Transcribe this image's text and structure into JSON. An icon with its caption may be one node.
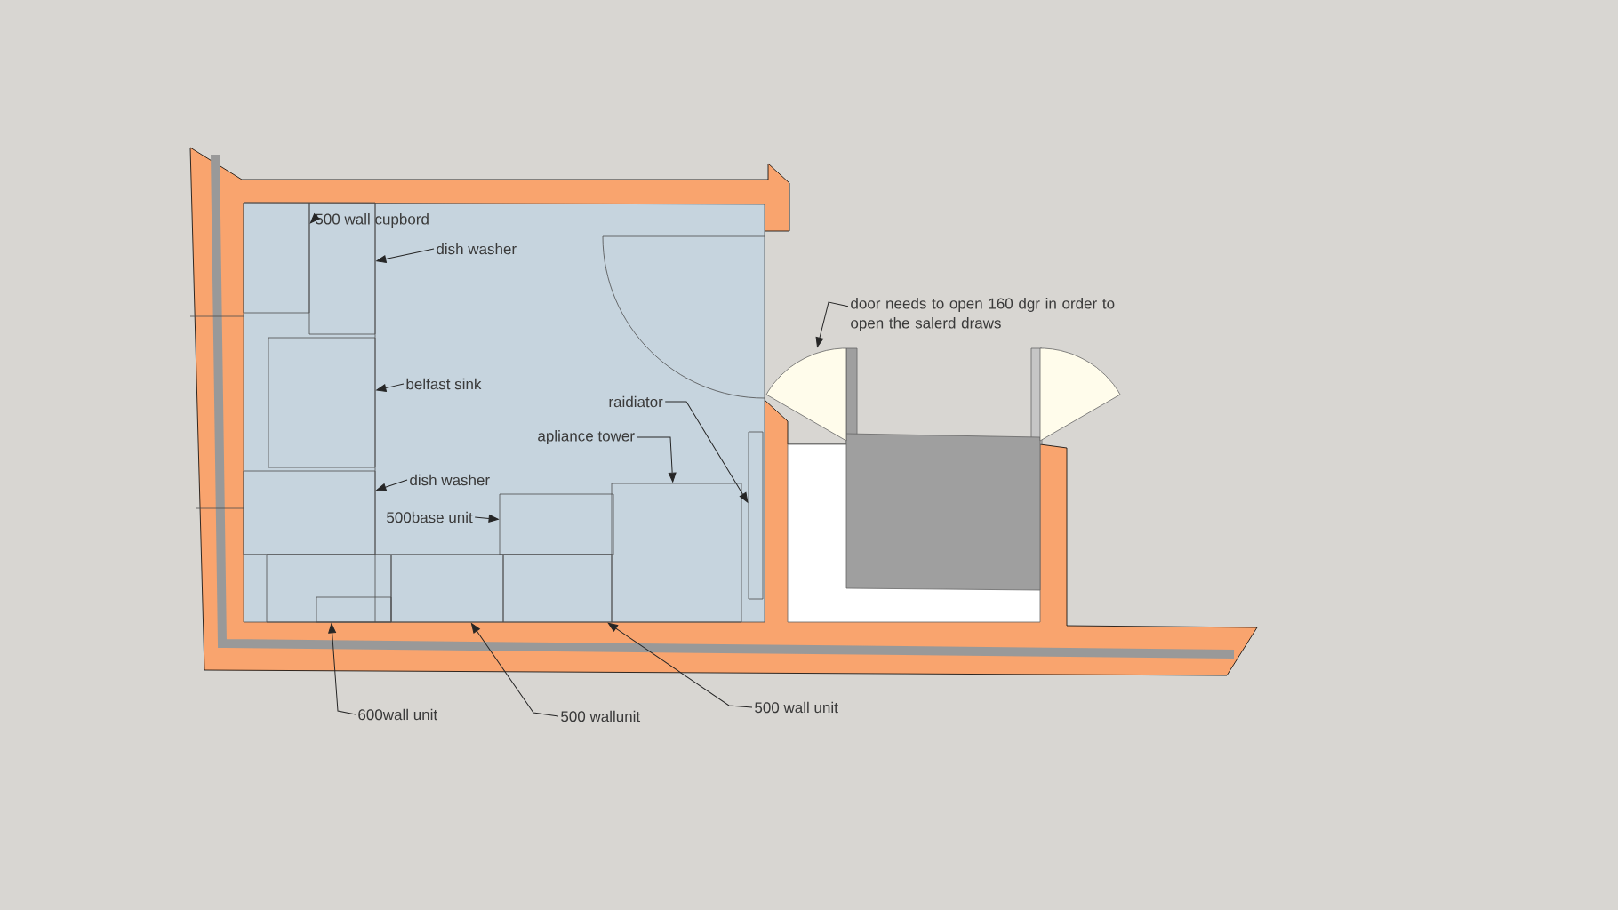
{
  "diagram": {
    "nodes": [
      {
        "text": [
          "500 wall cupbord"
        ]
      },
      {
        "text": [
          "dish washer"
        ]
      },
      {
        "text": [
          "belfast sink"
        ]
      },
      {
        "text": [
          "raidiator"
        ]
      },
      {
        "text": [
          "apliance tower"
        ]
      },
      {
        "text": [
          "dish washer"
        ]
      },
      {
        "text": [
          "500base unit"
        ]
      },
      {
        "text": [
          "600wall unit"
        ]
      },
      {
        "text": [
          "500 wallunit"
        ]
      },
      {
        "text": [
          "500 wall unit"
        ]
      },
      {
        "text": [
          "door needs to open 160 dgr in order to open the salerd draws"
        ]
      },
      {
        "text": [],
        "shape": "box"
      },
      {
        "text": [],
        "shape": "box"
      },
      {
        "text": [],
        "shape": "box"
      },
      {
        "text": [],
        "shape": "box"
      },
      {
        "text": [],
        "shape": "box"
      },
      {
        "text": [],
        "shape": "box"
      },
      {
        "text": [],
        "shape": "box"
      },
      {
        "text": [],
        "shape": "box"
      },
      {
        "text": [],
        "shape": "box"
      },
      {
        "text": [],
        "shape": "box"
      },
      {
        "text": [],
        "shape": "sector"
      },
      {
        "text": [],
        "shape": "sector"
      }
    ],
    "edges": [
      {
        "from": 0,
        "to": 11,
        "arrow": "to"
      },
      {
        "from": 1,
        "to": 12,
        "arrow": "to"
      },
      {
        "from": 2,
        "to": 13,
        "arrow": "to"
      },
      {
        "from": 3,
        "to": 19,
        "arrow": "to"
      },
      {
        "from": 4,
        "to": 18,
        "arrow": "to"
      },
      {
        "from": 5,
        "to": 14,
        "arrow": "to"
      },
      {
        "from": 6,
        "to": 17,
        "arrow": "to"
      },
      {
        "from": 7,
        "to": 15,
        "arrow": "to"
      },
      {
        "from": 8,
        "to": 16,
        "arrow": "to"
      },
      {
        "from": 9,
        "to": 20,
        "arrow": "to"
      },
      {
        "from": 10,
        "to": 21,
        "arrow": "to"
      }
    ]
  }
}
